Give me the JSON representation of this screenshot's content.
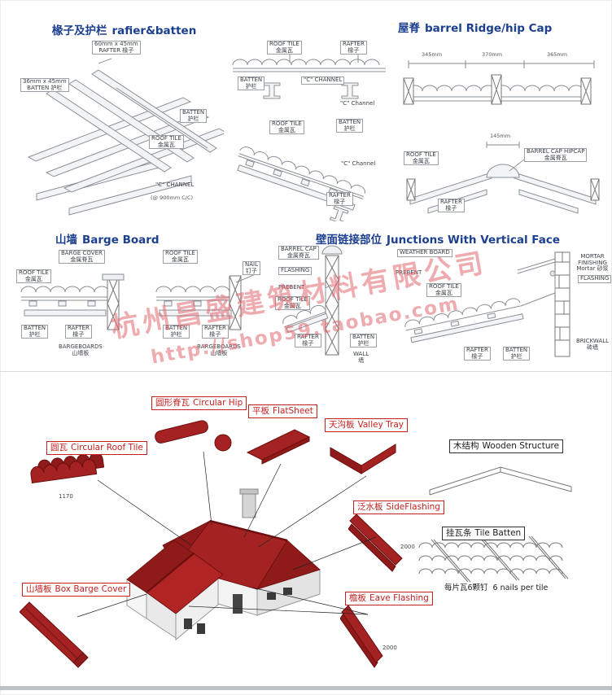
{
  "watermark": {
    "line1": "杭州昌盛建筑材料有限公司",
    "line2": "http://shop59.taobao.com"
  },
  "sections": {
    "rafter_batten": {
      "zh": "椽子及护栏",
      "en": "rafier&batten"
    },
    "ridge": {
      "zh": "屋脊",
      "en": "barrel Ridge/hip Cap"
    },
    "barge_board": {
      "zh": "山墙",
      "en": "Barge Board"
    },
    "junction": {
      "zh": "壁面链接部位",
      "en": "Junctions With Vertical Face"
    }
  },
  "labels": {
    "roof_tile": "ROOF TILE\n金属瓦",
    "rafter": "RAFTER\n椽子",
    "batten": "BATTEN\n护栏",
    "c_channel": "\"C\" CHANNEL",
    "c_channel_lc": "\"C\" Channel",
    "rafter_dim": "60mm x 45mm\nRAFTER 椽子",
    "batten_dim": "36mm x 45mm\nBATTEN 护栏",
    "channel_spacing": "(@ 900mm C/C)",
    "barge_cover": "BARGE COVER\n金属脊瓦",
    "nail": "NAIL\n钉子",
    "bargeboards": "BARGEBOARDS\n山墙板",
    "barrel_cap": "BARREL CAP\n金属脊瓦",
    "barrel_cap_hipcap": "BARREL CAP HIPCAP\n金属脊瓦",
    "prebent": "PREBENT",
    "wall": "WALL\n墙",
    "weather_board": "WEATHER BOARD",
    "flashing": "FLASHING",
    "mortar_finishing": "MORTAR FINISHING\nMortar 砂浆",
    "brickwall": "BRICKWALL 砖墙",
    "dim_345": "345mm",
    "dim_370": "370mm",
    "dim_365": "365mm",
    "dim_145": "145mm"
  },
  "parts": {
    "circular_roof_tile": {
      "zh": "圆瓦",
      "en": "Circular Roof Tile",
      "dim": "1170"
    },
    "circular_hip": {
      "zh": "圆形脊瓦",
      "en": "Circular Hip"
    },
    "flat_sheet": {
      "zh": "平板",
      "en": "FlatSheet"
    },
    "valley_tray": {
      "zh": "天沟板",
      "en": "Valley Tray"
    },
    "side_flashing": {
      "zh": "泛水板",
      "en": "SideFlashing",
      "dim": "2000"
    },
    "wooden_structure": {
      "zh": "木结构",
      "en": "Wooden Structure"
    },
    "tile_batten": {
      "zh": "挂瓦条",
      "en": "Tile Batten"
    },
    "box_barge_cover": {
      "zh": "山墙板",
      "en": "Box Barge Cover"
    },
    "eave_flashing": {
      "zh": "檐板",
      "en": "Eave Flashing",
      "dim": "2000"
    },
    "nails_note": {
      "zh": "每片瓦6颗钉",
      "en": "6 nails per tile"
    }
  },
  "colors": {
    "title_blue": "#1c3f8f",
    "part_red": "#a42222",
    "callout_red": "#c4201f",
    "line_gray": "#8b9097"
  }
}
